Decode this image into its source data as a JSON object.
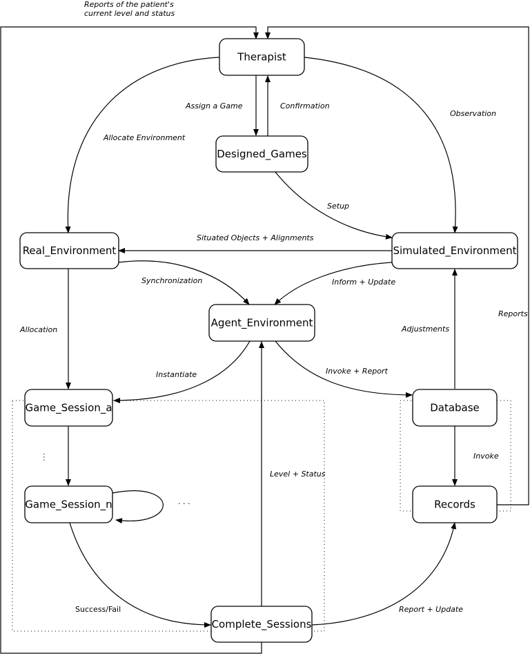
{
  "diagram": {
    "nodes": {
      "therapist": "Therapist",
      "designed_games": "Designed_Games",
      "real_environment": "Real_Environment",
      "simulated_environment": "Simulated_Environment",
      "agent_environment": "Agent_Environment",
      "game_session_a": "Game_Session_a",
      "game_session_n": "Game_Session_n",
      "database": "Database",
      "records": "Records",
      "complete_sessions": "Complete_Sessions"
    },
    "edges": {
      "reports_patient_line1": "Reports of the patient's",
      "reports_patient_line2": "current level and status",
      "assign_a_game": "Assign a Game",
      "confirmation": "Confirmation",
      "allocate_environment": "Allocate Environment",
      "observation": "Observation",
      "setup": "Setup",
      "situated_objects": "Situated Objects + Alignments",
      "synchronization": "Synchronization",
      "inform_update": "Inform + Update",
      "allocation": "Allocation",
      "reports": "Reports",
      "adjustments": "Adjustments",
      "instantiate": "Instantiate",
      "invoke_report": "Invoke + Report",
      "invoke": "Invoke",
      "level_status": "Level + Status",
      "success_fail": "Success/Fail",
      "report_update": "Report + Update"
    },
    "ellipsis_vertical": "⋮",
    "ellipsis_horizontal": "· · ·"
  }
}
